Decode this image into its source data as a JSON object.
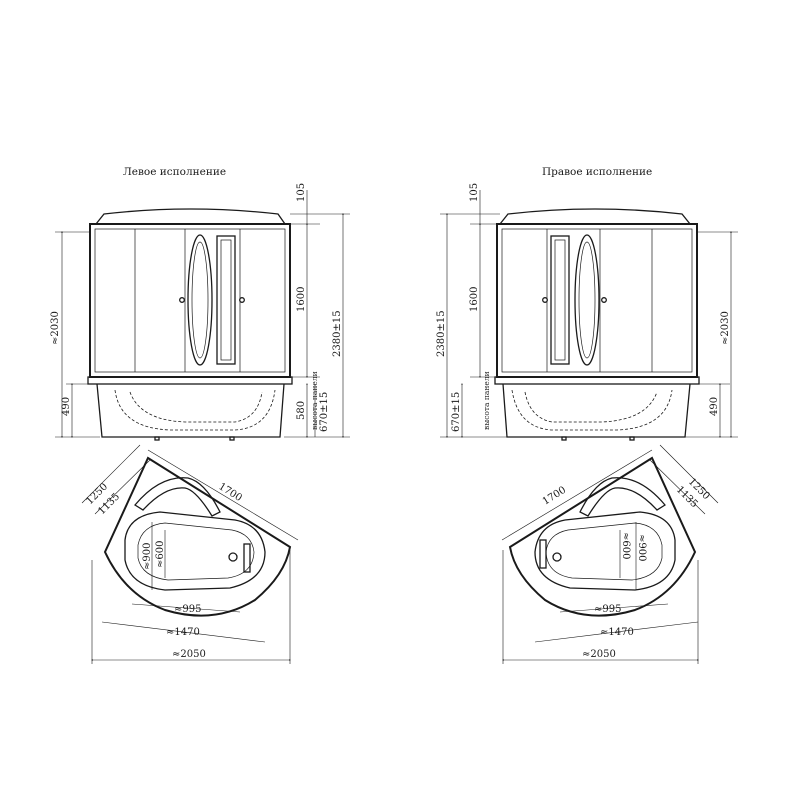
{
  "views": {
    "left_title": "Левое исполнение",
    "right_title": "Правое исполнение"
  },
  "dimensions": {
    "roof_height": "105",
    "cabin_height": "1600",
    "total_height": "2380±15",
    "inner_height": "≈2030",
    "tub_height": "490",
    "tub_rim_height": "580",
    "panel_label": "высота панели",
    "panel_height": "670±15",
    "width_1250": "1250",
    "width_1135": "1135",
    "length_1700": "1700",
    "bowl_900": "≈900",
    "bowl_600": "≈600",
    "bowl_995": "≈995",
    "span_1470": "≈1470",
    "span_2050": "≈2050"
  }
}
